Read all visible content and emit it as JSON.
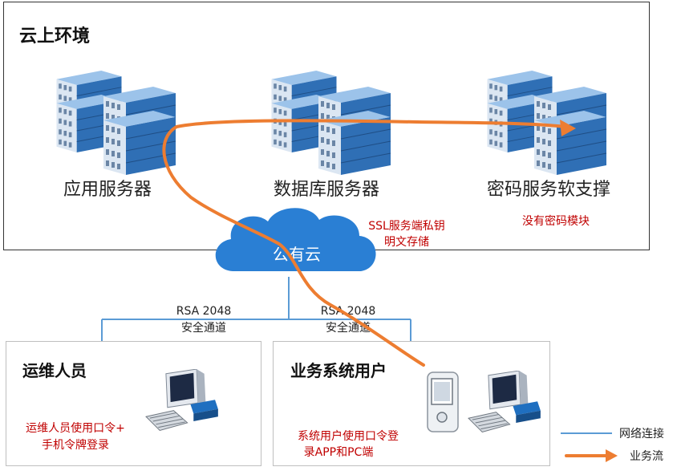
{
  "cloud_env": {
    "title": "云上环境",
    "servers": [
      {
        "label": "应用服务器"
      },
      {
        "label": "数据库服务器"
      },
      {
        "label": "密码服务软支撑"
      }
    ],
    "note_ssl_line1": "SSL服务端私钥",
    "note_ssl_line2": "明文存储",
    "note_no_module": "没有密码模块"
  },
  "public_cloud": {
    "label": "公有云"
  },
  "channels": [
    {
      "line1": "RSA 2048",
      "line2": "安全通道"
    },
    {
      "line1": "RSA 2048",
      "line2": "安全通道"
    }
  ],
  "ops": {
    "title": "运维人员",
    "desc_line1": "运维人员使用口令+",
    "desc_line2": "手机令牌登录"
  },
  "biz": {
    "title": "业务系统用户",
    "desc_line1": "系统用户使用口令登",
    "desc_line2": "录APP和PC端"
  },
  "legend": {
    "network": "网络连接",
    "business": "业务流"
  },
  "colors": {
    "network_line": "#5b9bd5",
    "business_flow": "#ed7d31",
    "note_red": "#c00000",
    "cloud_fill": "#2a7fd4"
  }
}
